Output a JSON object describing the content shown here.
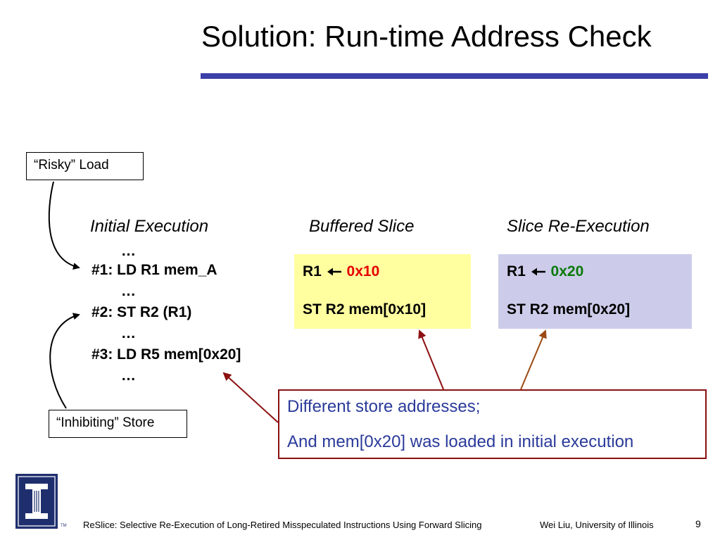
{
  "title": "Solution: Run-time Address Check",
  "colors": {
    "accent_rule": "#3b3fa8",
    "buffered_bg": "#ffffa0",
    "reexec_bg": "#ccccea",
    "note_border": "#8b1010",
    "note_text": "#2a3a9a",
    "value_red": "#e60000",
    "value_green": "#0a7a0a"
  },
  "callouts": {
    "risky_load": "“Risky” Load",
    "inhibiting_store": "“Inhibiting” Store"
  },
  "columns": {
    "initial": "Initial Execution",
    "buffered": "Buffered Slice",
    "reexec": "Slice Re-Execution"
  },
  "initial_code": {
    "dots1": "…",
    "line1": "#1: LD R1 mem_A",
    "dots2": "…",
    "line2": "#2: ST R2 (R1)",
    "dots3": "…",
    "line3": "#3: LD R5 mem[0x20]",
    "dots4": "…"
  },
  "buffered_slice": {
    "reg": "R1",
    "value": "0x10",
    "store": "ST R2 mem[0x10]"
  },
  "reexec_slice": {
    "reg": "R1",
    "value": "0x20",
    "store": "ST R2 mem[0x20]"
  },
  "note": {
    "line1": "Different store addresses;",
    "line2": "And mem[0x20] was loaded in initial execution"
  },
  "footer": {
    "citation": "ReSlice: Selective Re-Execution of Long-Retired Misspeculated Instructions Using Forward Slicing",
    "author": "Wei Liu, University of Illinois",
    "page": "9",
    "tm": "TM"
  },
  "icons": {
    "arrow": "left-arrow-icon",
    "logo": "university-logo-icon"
  }
}
